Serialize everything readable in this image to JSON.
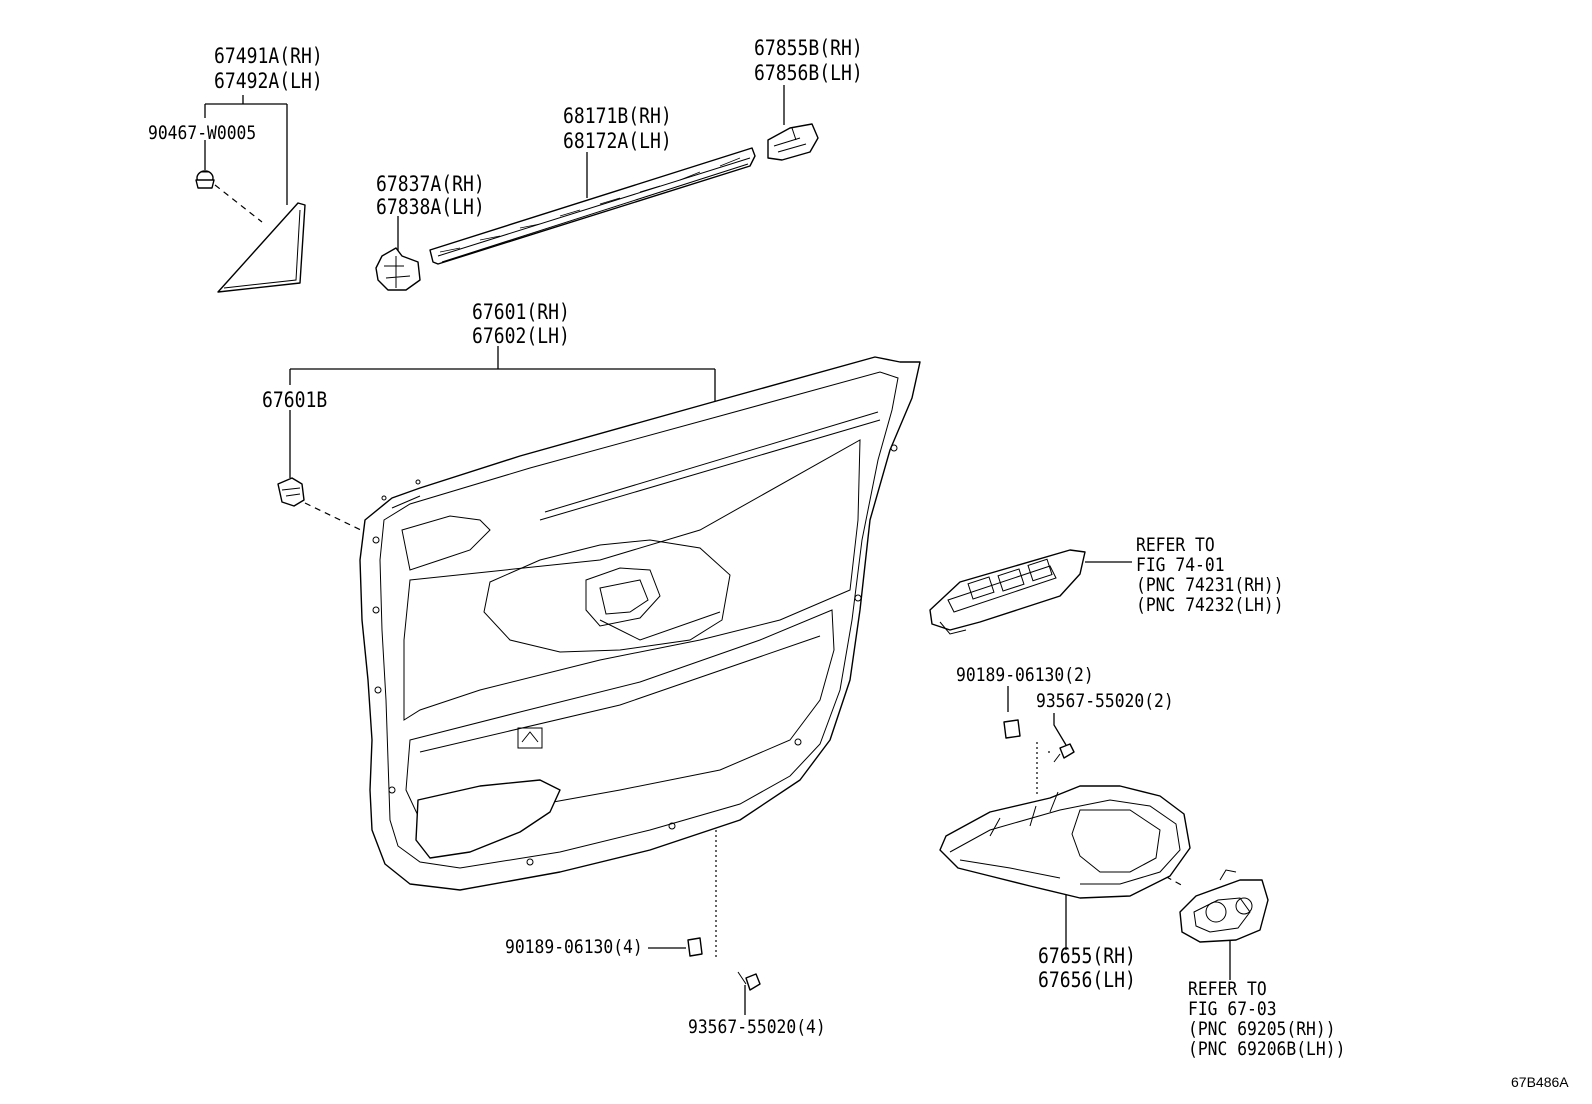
{
  "labels": {
    "p67491": [
      "67491A(RH)",
      "67492A(LH)"
    ],
    "p90467": "90467-W0005",
    "p67855": [
      "67855B(RH)",
      "67856B(LH)"
    ],
    "p68171": [
      "68171B(RH)",
      "68172A(LH)"
    ],
    "p67837": [
      "67837A(RH)",
      "67838A(LH)"
    ],
    "p67601": [
      "67601(RH)",
      "67602(LH)"
    ],
    "p67601b": "67601B",
    "ref74": [
      "REFER TO",
      "FIG 74-01",
      "(PNC 74231(RH))",
      "(PNC 74232(LH))"
    ],
    "p90189_2": "90189-06130(2)",
    "p93567_2": "93567-55020(2)",
    "p67655": [
      "67655(RH)",
      "67656(LH)"
    ],
    "p90189_4": "90189-06130(4)",
    "p93567_4": "93567-55020(4)",
    "ref67": [
      "REFER TO",
      "FIG 67-03",
      "(PNC 69205(RH))",
      "(PNC 69206B(LH))"
    ],
    "figure_code": "67B486A"
  }
}
